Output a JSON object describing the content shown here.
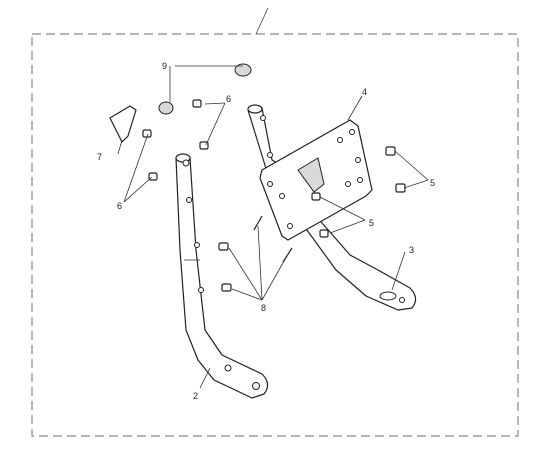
{
  "callouts": {
    "c2": "2",
    "c3": "3",
    "c4": "4",
    "c5a": "5",
    "c5b": "5",
    "c6a": "6",
    "c6b": "6",
    "c7": "7",
    "c8": "8",
    "c9": "9"
  },
  "colors": {
    "line": "#222222",
    "border_dash": "#888888",
    "background": "#ffffff"
  }
}
